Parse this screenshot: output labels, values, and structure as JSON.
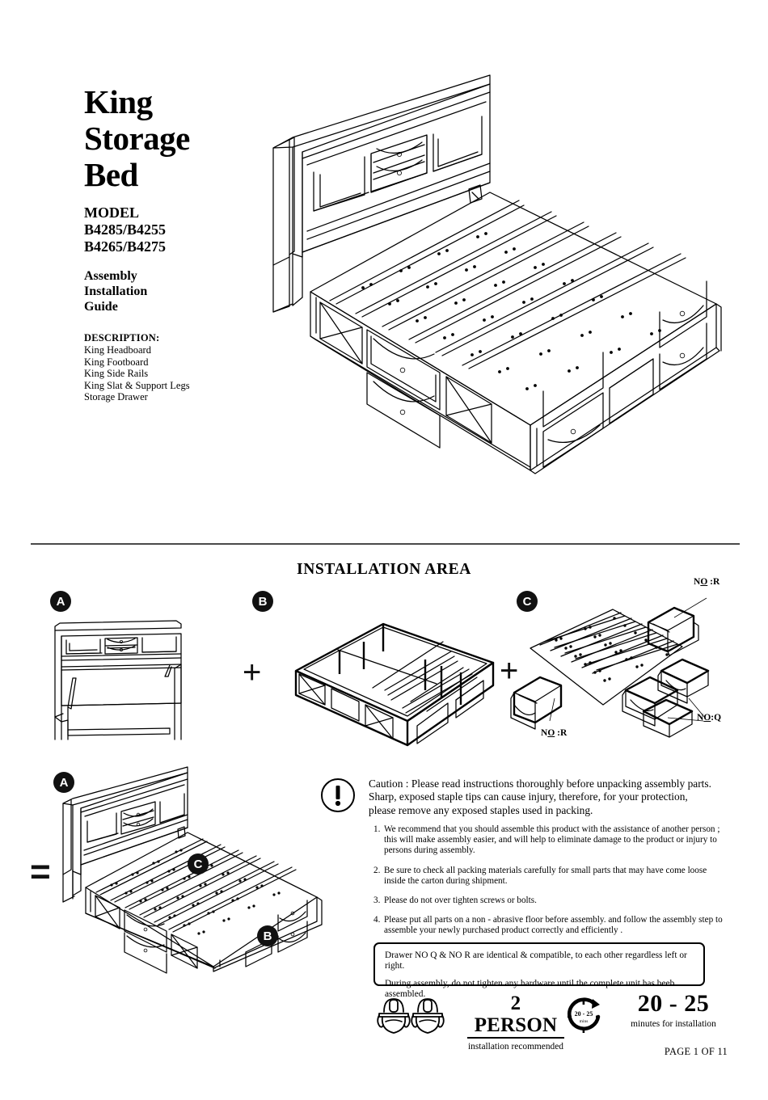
{
  "document": {
    "title_lines": [
      "King",
      "Storage",
      "Bed"
    ],
    "model_label": "MODEL",
    "model_numbers": [
      "B4285/B4255",
      "B4265/B4275"
    ],
    "guide_lines": [
      "Assembly",
      "Installation",
      "Guide"
    ],
    "description_heading": "DESCRIPTION:",
    "description_items": [
      "King Headboard",
      "King Footboard",
      "King Side Rails",
      "King Slat & Support Legs",
      "Storage Drawer"
    ],
    "page_footer": "PAGE 1 OF 11"
  },
  "installation": {
    "section_title": "INSTALLATION AREA",
    "operator_plus": "+",
    "operator_equals": "=",
    "parts": [
      {
        "badge": "A",
        "name": "king-headboard"
      },
      {
        "badge": "B",
        "name": "bed-frame"
      },
      {
        "badge": "C",
        "name": "slats-and-drawers"
      }
    ],
    "part_labels": {
      "drawer_r_top": "NO :R",
      "drawer_r_left": "NO :R",
      "drawer_q": "NO:Q"
    },
    "assembled_badges": [
      "A",
      "C",
      "B"
    ]
  },
  "caution": {
    "icon": "exclamation-icon",
    "heading_lines": [
      "Caution : Please read instructions thoroughly before unpacking assembly parts.",
      "Sharp, exposed staple tips can cause injury, therefore, for your protection,",
      "please remove any exposed staples used in packing."
    ],
    "items": [
      {
        "number": "1.",
        "text": "We recommend that you should assemble this product with the assistance of another person ; this will make  assembly easier, and will help to eliminate damage to the product or injury to persons during assembly."
      },
      {
        "number": "2.",
        "text": "Be sure to check all packing materials carefully for small parts that may have come loose inside the carton during shipment."
      },
      {
        "number": "3.",
        "text": "Please do not over tighten screws or bolts."
      },
      {
        "number": "4.",
        "text": "Please put all parts on a non - abrasive floor before assembly. and follow the assembly step to assemble your newly purchased product correctly and efficiently ."
      }
    ],
    "note_box": {
      "line1": "Drawer NO Q & NO R   are identical & compatible, to each other regardless left or right.",
      "line2": "During assembly, do not tighten any hardware until the complete unit has beeb assembled."
    }
  },
  "footer_icons": {
    "helmet_icon": "hard-hat-icon",
    "person_count": "2 PERSON",
    "person_sub": "installation recommended",
    "clock_icon": "clock-icon",
    "clock_inner_value": "20 - 25",
    "clock_inner_unit": "mins",
    "duration": "20 - 25",
    "duration_sub": "minutes for installation"
  },
  "colors": {
    "ink": "#000000",
    "divider": "#4a4a4a",
    "badge_bg": "#111111"
  }
}
